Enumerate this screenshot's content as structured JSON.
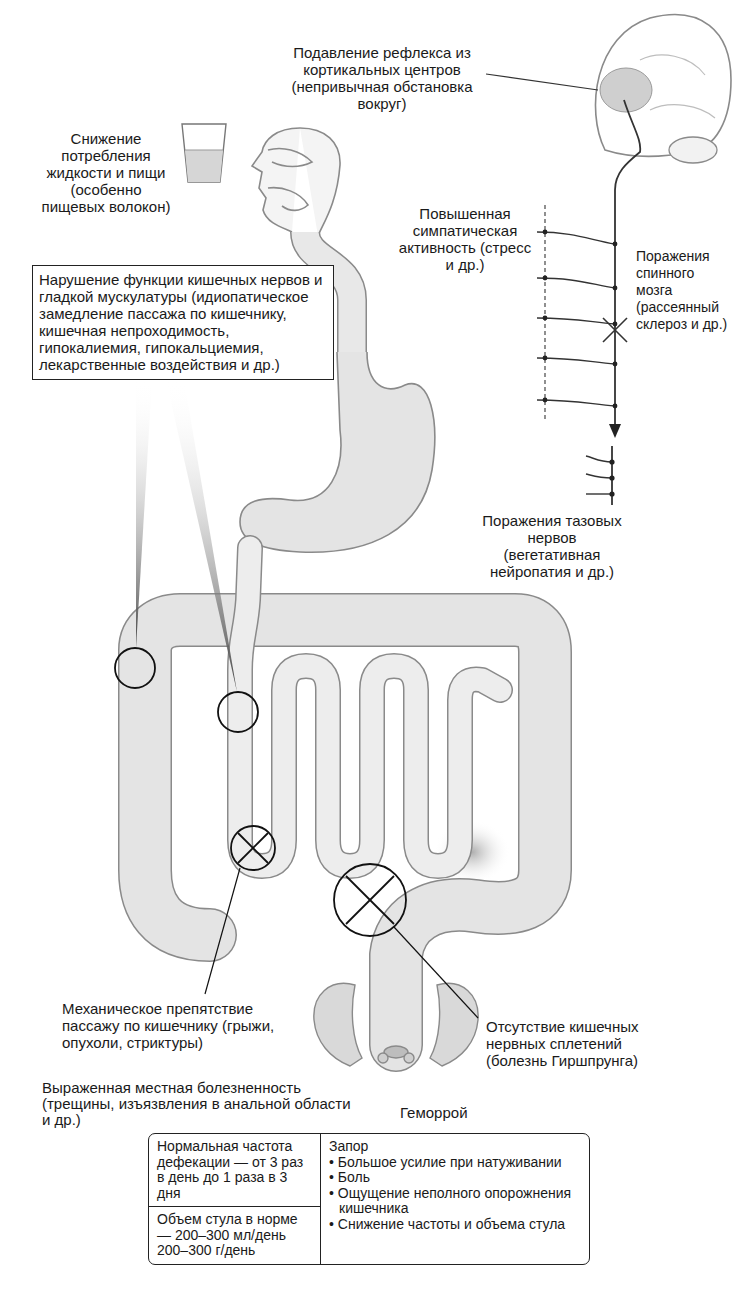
{
  "diagram": {
    "nodes": [
      {
        "text": [
          "Нарушение функции кишечных нервов и гладкой мускулатуры (идиопатическое замедление пассажа по кишечнику, кишечная непроходимость, гипокалиемия, гипокальциемия, лекарственные воздействия и др.)"
        ]
      },
      {
        "text": [
          "Нормальная частота дефекации — от 3 раз в день до 1 раза в 3 дня",
          "Объем стула в норме — 200–300 мл/день 200–300 г/день",
          "Запор",
          "• Большое усилие при натуживании",
          "• Боль",
          "• Ощущение неполного опорожнения кишечника",
          "• Снижение частоты и объема стула"
        ]
      }
    ],
    "labels": [
      "Подавление рефлекса из кортикальных центров (непривычная обстановка вокруг)",
      "Снижение потребления жидкости и пищи (особенно пищевых волокон)",
      "Повышенная симпатическая активность (стресс и др.)",
      "Поражения спинного мозга (рассеянный склероз и др.)",
      "Поражения тазовых нервов (вегетативная нейропатия и др.)",
      "Механическое препятствие пассажу по кишечнику (грыжи, опухоли, стриктуры)",
      "Отсутствие кишечных нервных сплетений (болезнь Гиршпрунга)",
      "Выраженная местная болезненность (трещины, изъязвления в анальной области и др.)",
      "Геморрой"
    ]
  }
}
